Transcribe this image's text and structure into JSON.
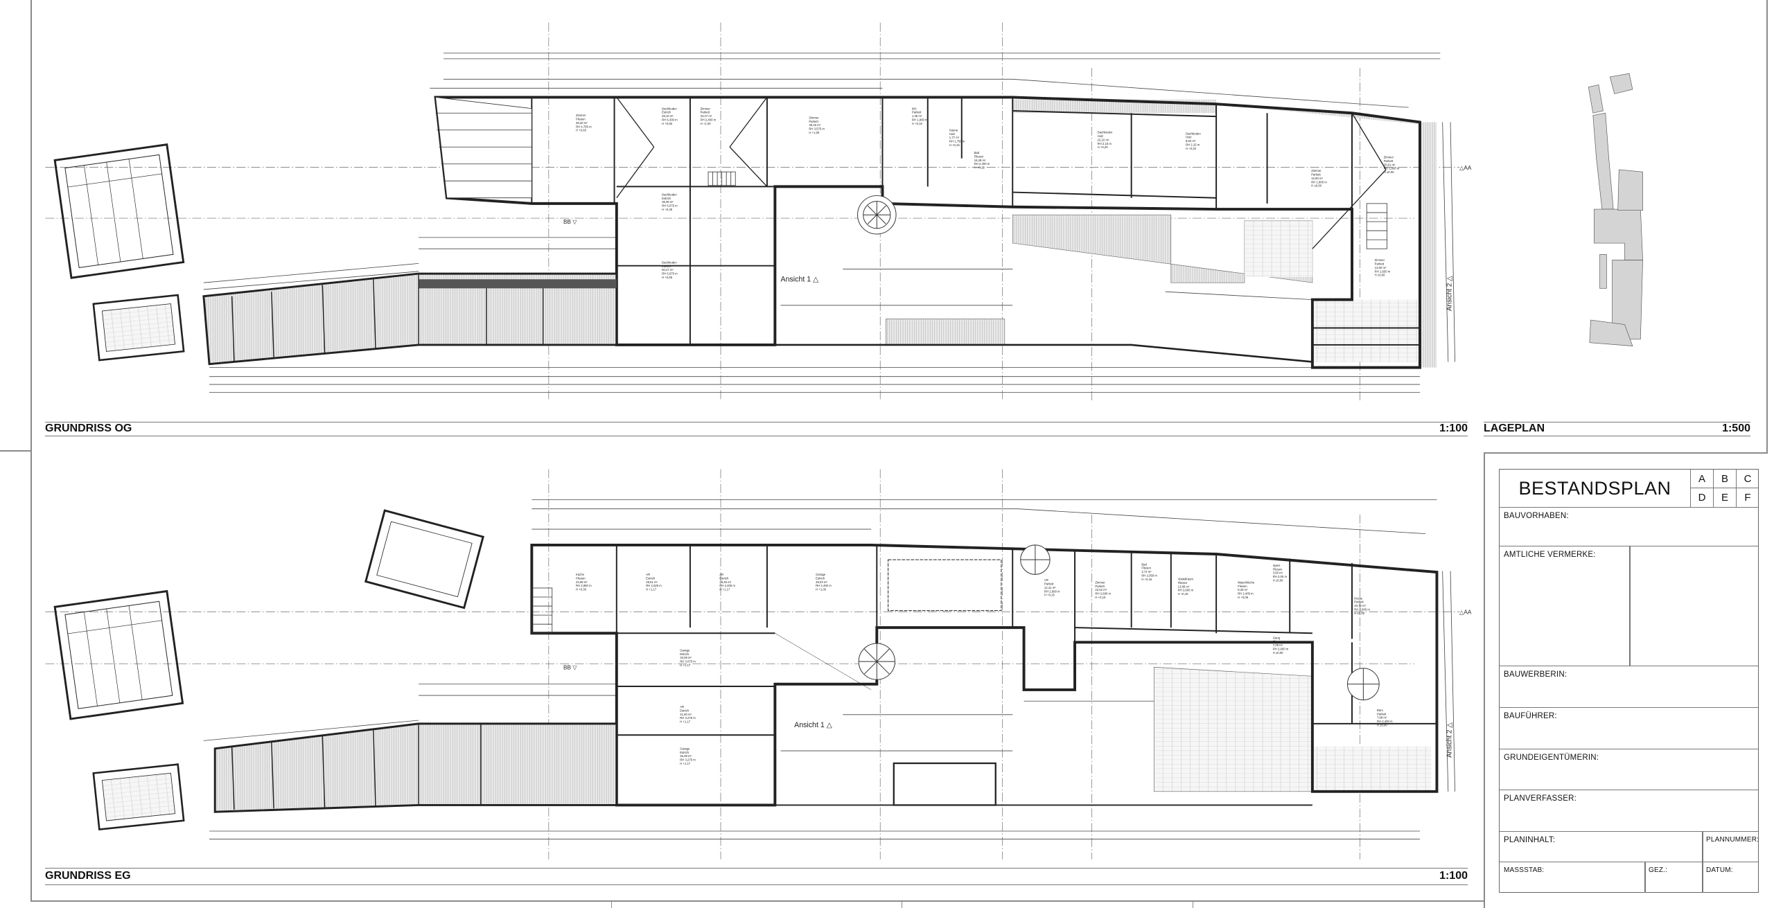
{
  "sheet": {
    "title": "BESTANDSPLAN",
    "revision_letters": [
      "A",
      "B",
      "C",
      "D",
      "E",
      "F"
    ],
    "fields": {
      "bauvorhaben": "BAUVORHABEN:",
      "amtliche_vermerke": "AMTLICHE VERMERKE:",
      "bauwerberin": "BAUWERBERIN:",
      "baufuehrer": "BAUFÜHRER:",
      "grundeigentuemerin": "GRUNDEIGENTÜMERIN:",
      "planverfasser": "PLANVERFASSER:",
      "planinhalt": "PLANINHALT:",
      "plannummer": "PLANNUMMER:",
      "massstab": "MASSSTAB:",
      "gez": "GEZ.:",
      "datum": "DATUM:"
    }
  },
  "views": {
    "og": {
      "title": "GRUNDRISS OG",
      "scale": "1:100",
      "annotations": {
        "ansicht1": "Ansicht 1 △",
        "ansicht2": "Ansicht 2 △",
        "aa": "△AA",
        "bb": "BB ▽"
      },
      "rooms": [
        {
          "name": "Zimmer",
          "floor": "Fliesen",
          "area": "28,20 m²",
          "rh": "RH 4,705 m",
          "h": "H +0,45"
        },
        {
          "name": "Dachboden",
          "floor": "Estrich",
          "area": "28,10 m²",
          "rh": "RH 6,300 m",
          "h": "H +0,60"
        },
        {
          "name": "Zimmer",
          "floor": "Parkett",
          "area": "23,27 m²",
          "rh": "RH 2,400 m",
          "h": "H +1,00"
        },
        {
          "name": "Zimmer",
          "floor": "Parkett",
          "area": "36,16 m²",
          "rh": "RH 3,575 m",
          "h": "H +1,00"
        },
        {
          "name": "Dachboden",
          "floor": "Estrich",
          "area": "38,36 m²",
          "rh": "RH 5,075 m",
          "h": "H +0,35"
        },
        {
          "name": "Dachboden",
          "floor": "Estrich",
          "area": "50,27 m²",
          "rh": "RH 5,675 m",
          "h": "H +0,65"
        },
        {
          "name": "WC",
          "floor": "Parkett",
          "area": "1,36 m²",
          "rh": "RH 1,900 m",
          "h": "H +0,15"
        },
        {
          "name": "Sauna",
          "floor": "Holz",
          "area": "1,77 m²",
          "rh": "RH 1,750 m",
          "h": "H +0,15"
        },
        {
          "name": "Bad",
          "floor": "Fliesen",
          "area": "16,28 m²",
          "rh": "RH 2,300 m",
          "h": "H +0,15"
        },
        {
          "name": "Dachboden",
          "floor": "Holz",
          "area": "22,22 m²",
          "rh": "RH 2,15 m",
          "h": "H +0,20"
        },
        {
          "name": "Dachboden",
          "floor": "Holz",
          "area": "8,62 m²",
          "rh": "RH 2,15 m",
          "h": "H +0,20"
        },
        {
          "name": "Zimmer",
          "floor": "Parkett",
          "area": "10,60 m²",
          "rh": "RH 1,800 m",
          "h": "H ±0,00"
        },
        {
          "name": "Zimmer",
          "floor": "Parkett",
          "area": "20,61 m²",
          "rh": "RH 1,950 m",
          "h": "H ±0,00"
        },
        {
          "name": "Zimmer",
          "floor": "Parkett",
          "area": "13,60 m²",
          "rh": "RH 1,650 m",
          "h": "H ±0,00"
        }
      ]
    },
    "eg": {
      "title": "GRUNDRISS EG",
      "scale": "1:100",
      "annotations": {
        "ansicht1": "Ansicht 1 △",
        "ansicht2": "Ansicht 2 △",
        "aa": "△AA",
        "bb": "BB ▽"
      },
      "rooms": [
        {
          "name": "Küche",
          "floor": "Fliesen",
          "area": "23,08 m²",
          "rh": "RH 2,850 m",
          "h": "H +0,35"
        },
        {
          "name": "AR",
          "floor": "Estrich",
          "area": "28,61 m²",
          "rh": "RH 2,525 m",
          "h": "H +1,17"
        },
        {
          "name": "AR",
          "floor": "Estrich",
          "area": "28,45 m²",
          "rh": "RH 2,405 m",
          "h": "H +1,17"
        },
        {
          "name": "Garage",
          "floor": "Estrich",
          "area": "48,03 m²",
          "rh": "RH 2,400 m",
          "h": "H +1,00"
        },
        {
          "name": "Garage",
          "floor": "Estrich",
          "area": "33,09 m²",
          "rh": "RH 3,075 m",
          "h": "H +1,17"
        },
        {
          "name": "AR",
          "floor": "Estrich",
          "area": "21,60 m²",
          "rh": "RH 3,275 m",
          "h": "H +1,17"
        },
        {
          "name": "Garage",
          "floor": "Estrich",
          "area": "25,39 m²",
          "rh": "RH 3,275 m",
          "h": "H +1,17"
        },
        {
          "name": "VR",
          "floor": "Parkett",
          "area": "12,41 m²",
          "rh": "RH 2,600 m",
          "h": "H +0,15"
        },
        {
          "name": "Zimmer",
          "floor": "Parkett",
          "area": "22,02 m²",
          "rh": "RH 2,600 m",
          "h": "H +0,15"
        },
        {
          "name": "Bad",
          "floor": "Fliesen",
          "area": "2,72 m²",
          "rh": "RH 2,050 m",
          "h": "H +0,15"
        },
        {
          "name": "Abstellraum",
          "floor": "Fliesen",
          "area": "13,96 m²",
          "rh": "RH 2,600 m",
          "h": "H +0,15"
        },
        {
          "name": "Waschküche",
          "floor": "Fliesen",
          "area": "9,30 m²",
          "rh": "RH 2,405 m",
          "h": "H +0,05"
        },
        {
          "name": "Speis",
          "floor": "Fliesen",
          "area": "3,60 m²",
          "rh": "RH 2,05 m",
          "h": "H ±0,00"
        },
        {
          "name": "Küche",
          "floor": "Parkett",
          "area": "33,72 m²",
          "rh": "RH 2,600 m",
          "h": "H ±0,00"
        },
        {
          "name": "Gang",
          "floor": "Fliesen",
          "area": "7,09 m²",
          "rh": "RH 2,600 m",
          "h": "H ±0,00"
        },
        {
          "name": "Büro",
          "floor": "Parkett",
          "area": "7,68 m²",
          "rh": "RH 2,400 m",
          "h": "H ±0,00"
        }
      ]
    },
    "lageplan": {
      "title": "LAGEPLAN",
      "scale": "1:500"
    }
  }
}
